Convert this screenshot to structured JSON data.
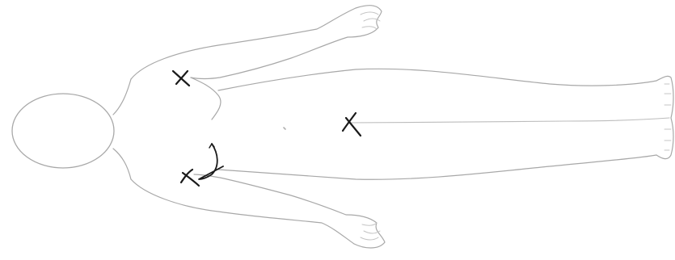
{
  "diagram": {
    "view": "body-outline-rotated",
    "markers": [
      {
        "id": "marker-upper-chest",
        "shape": "cross"
      },
      {
        "id": "marker-lower-chest",
        "shape": "cross-with-curved-arrow"
      },
      {
        "id": "marker-abdomen",
        "shape": "cross"
      }
    ]
  },
  "colors": {
    "background": "#ffffff",
    "outline": "#a8a8a8",
    "outline_faint": "#c4c4c4",
    "ink": "#1a1a1a"
  }
}
